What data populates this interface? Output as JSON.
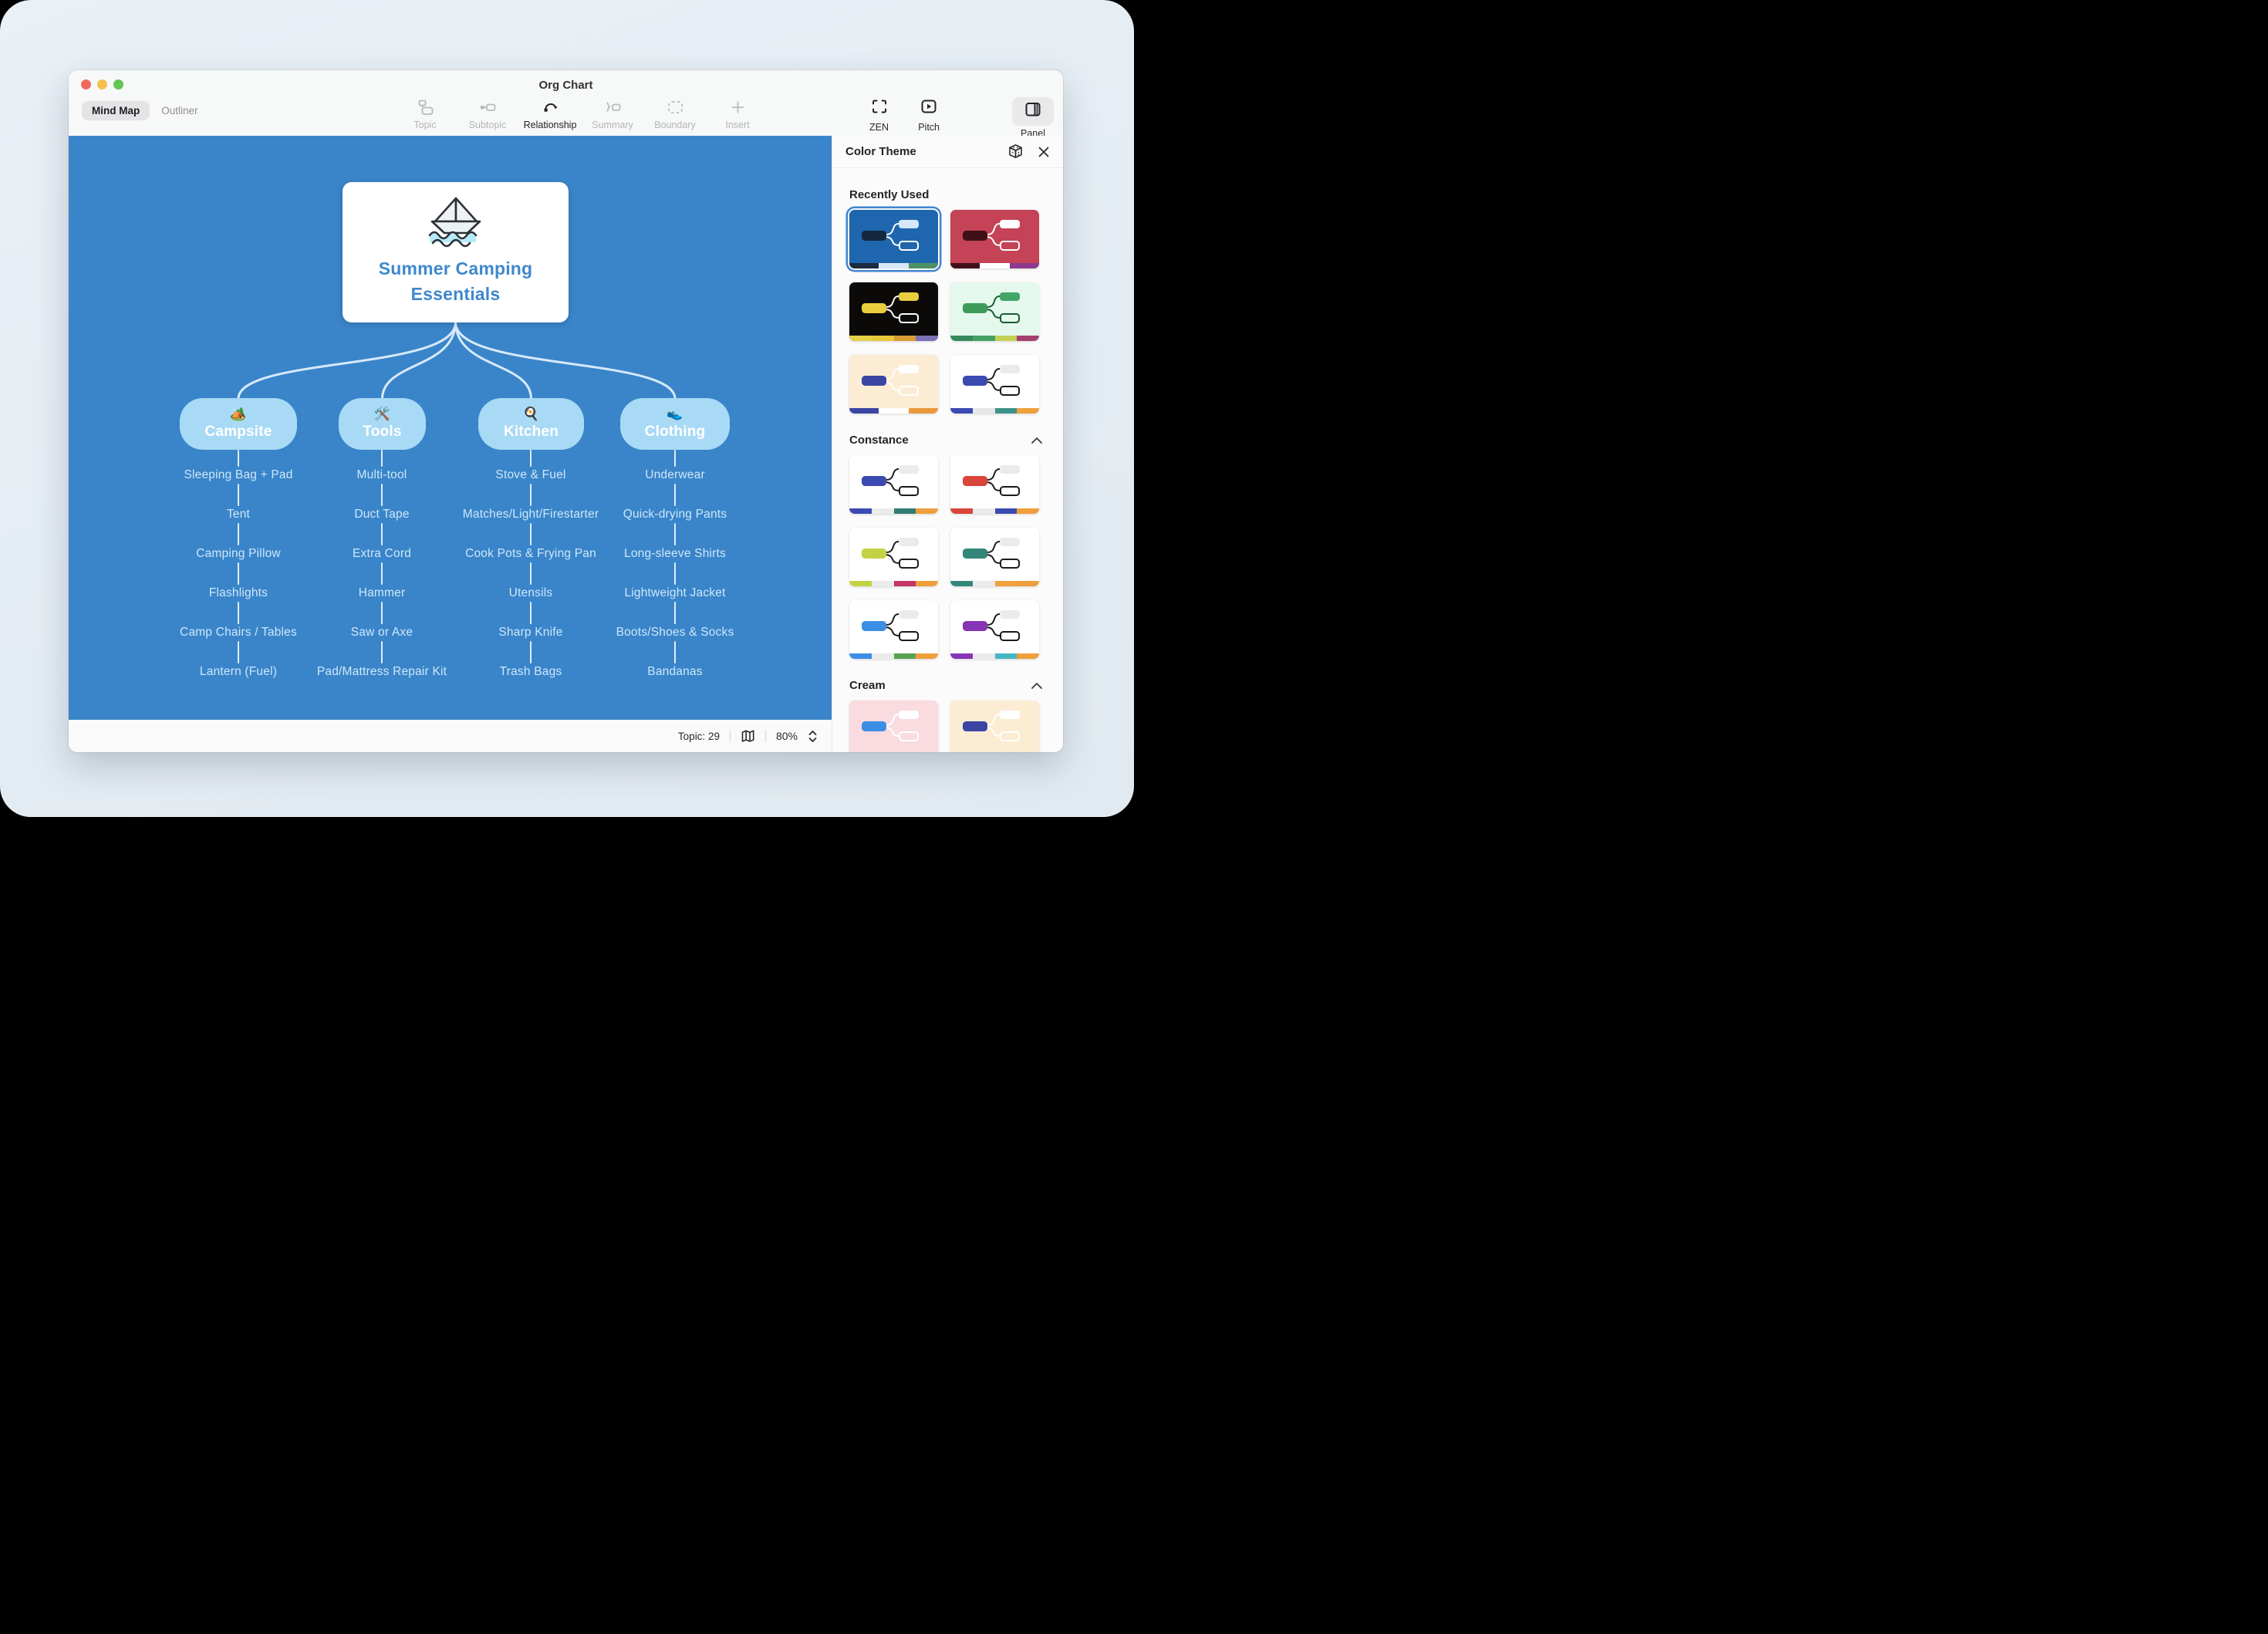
{
  "window": {
    "title": "Org Chart"
  },
  "tabs": {
    "mind_map": "Mind Map",
    "outliner": "Outliner"
  },
  "toolbar": {
    "tools": [
      "Topic",
      "Subtopic",
      "Relationship",
      "Summary",
      "Boundary",
      "Insert"
    ],
    "zen": "ZEN",
    "pitch": "Pitch",
    "panel": "Panel"
  },
  "colors": {
    "canvas_bg": "#3A85C9",
    "branch_pill": "#A8DAF6",
    "root_text": "#3F88CB",
    "item_text": "#CDE7FA",
    "selection_ring": "#3F85D2"
  },
  "canvas": {
    "root": {
      "title": "Summer Camping\nEssentials",
      "icon": "paper-boat"
    },
    "branches": [
      {
        "emoji": "🏕️",
        "label": "Campsite",
        "items": [
          "Sleeping Bag + Pad",
          "Tent",
          "Camping Pillow",
          "Flashlights",
          "Camp Chairs / Tables",
          "Lantern (Fuel)"
        ]
      },
      {
        "emoji": "🛠️",
        "label": "Tools",
        "items": [
          "Multi-tool",
          "Duct Tape",
          "Extra Cord",
          "Hammer",
          "Saw or Axe",
          "Pad/Mattress Repair Kit"
        ]
      },
      {
        "emoji": "🍳",
        "label": "Kitchen",
        "items": [
          "Stove & Fuel",
          "Matches/Light/Firestarter",
          "Cook Pots & Frying Pan",
          "Utensils",
          "Sharp Knife",
          "Trash Bags"
        ]
      },
      {
        "emoji": "👟",
        "label": "Clothing",
        "items": [
          "Underwear",
          "Quick-drying Pants",
          "Long-sleeve Shirts",
          "Lightweight Jacket",
          "Boots/Shoes & Socks",
          "Bandanas"
        ]
      }
    ]
  },
  "panel": {
    "title": "Color Theme",
    "sections": [
      {
        "label": "Recently Used",
        "collapsible": false,
        "cards": [
          {
            "bg": "#1e66ad",
            "main": "#14273f",
            "sub": "#d4e8fb",
            "outline": "#ffffff",
            "line": "#ffffff",
            "strip": [
              "#1b2b42",
              "#d6e9fa",
              "#4f9166"
            ],
            "selected": true
          },
          {
            "bg": "#c44356",
            "main": "#401019",
            "sub": "#ffffff",
            "outline": "#ffffff",
            "line": "#ffffff",
            "strip": [
              "#401019",
              "#ffffff",
              "#8e3a8e"
            ]
          },
          {
            "bg": "#0c0a08",
            "main": "#e9cd3f",
            "sub": "#e9cd3f",
            "outline": "#ffffff",
            "line": "#ffffff",
            "strip": [
              "#e7d04a",
              "#e7c83b",
              "#d99d35",
              "#7a70b4"
            ]
          },
          {
            "bg": "#e4f8ed",
            "main": "#3e9b59",
            "sub": "#43a566",
            "outline": "#185c31",
            "line": "#185c31",
            "strip": [
              "#34895b",
              "#42a163",
              "#c3d053",
              "#a44070"
            ]
          },
          {
            "bg": "#fcecd3",
            "main": "#3a45a4",
            "sub": "#ffffff",
            "outline": "#ffffff",
            "line": "#ffffff",
            "strip": [
              "#3a45a4",
              "#ffffff",
              "#ea9a3c"
            ]
          },
          {
            "bg": "#ffffff",
            "main": "#3c4bb1",
            "sub": "#ebebeb",
            "outline": "#1b1b1b",
            "line": "#1b1b1b",
            "strip": [
              "#3c4bb1",
              "#e6e6e6",
              "#3d9387",
              "#eda03d"
            ]
          }
        ]
      },
      {
        "label": "Constance",
        "collapsible": true,
        "cards": [
          {
            "bg": "#ffffff",
            "main": "#3c4bb1",
            "sub": "#ebebeb",
            "outline": "#1b1b1b",
            "line": "#1b1b1b",
            "strip": [
              "#3c4bb1",
              "#ebebeb",
              "#327d71",
              "#ee9e3b"
            ]
          },
          {
            "bg": "#ffffff",
            "main": "#d9453a",
            "sub": "#ebebeb",
            "outline": "#1b1b1b",
            "line": "#1b1b1b",
            "strip": [
              "#d9453a",
              "#ebebeb",
              "#3c4bb1",
              "#ee9e3b"
            ]
          },
          {
            "bg": "#ffffff",
            "main": "#c3d243",
            "sub": "#ebebeb",
            "outline": "#1b1b1b",
            "line": "#1b1b1b",
            "strip": [
              "#c3d243",
              "#ebebeb",
              "#c23568",
              "#ee9e3b"
            ]
          },
          {
            "bg": "#ffffff",
            "main": "#328779",
            "sub": "#ebebeb",
            "outline": "#1b1b1b",
            "line": "#1b1b1b",
            "strip": [
              "#328779",
              "#ebebeb",
              "#f0a03c",
              "#ee9e3b"
            ]
          },
          {
            "bg": "#ffffff",
            "main": "#3c8ee5",
            "sub": "#ebebeb",
            "outline": "#1b1b1b",
            "line": "#1b1b1b",
            "strip": [
              "#3c8ee5",
              "#ebebeb",
              "#57a253",
              "#ee9e3b"
            ]
          },
          {
            "bg": "#ffffff",
            "main": "#8635b5",
            "sub": "#ebebeb",
            "outline": "#1b1b1b",
            "line": "#1b1b1b",
            "strip": [
              "#8635b5",
              "#ebebeb",
              "#47b6c5",
              "#ee9e3b"
            ]
          }
        ]
      },
      {
        "label": "Cream",
        "collapsible": true,
        "cards": [
          {
            "bg": "#fadbdf",
            "main": "#3c8ee5",
            "sub": "#ffffff",
            "outline": "#ffffff",
            "line": "#ffffff",
            "strip": [
              "#3c8ee5",
              "#ffffff",
              "#ea9a3c"
            ]
          },
          {
            "bg": "#fcecd3",
            "main": "#3a45a4",
            "sub": "#ffffff",
            "outline": "#ffffff",
            "line": "#ffffff",
            "strip": [
              "#3a45a4",
              "#ffffff",
              "#ea9a3c"
            ]
          }
        ]
      }
    ]
  },
  "statusbar": {
    "topic_count": "Topic: 29",
    "zoom_level": "80%"
  }
}
